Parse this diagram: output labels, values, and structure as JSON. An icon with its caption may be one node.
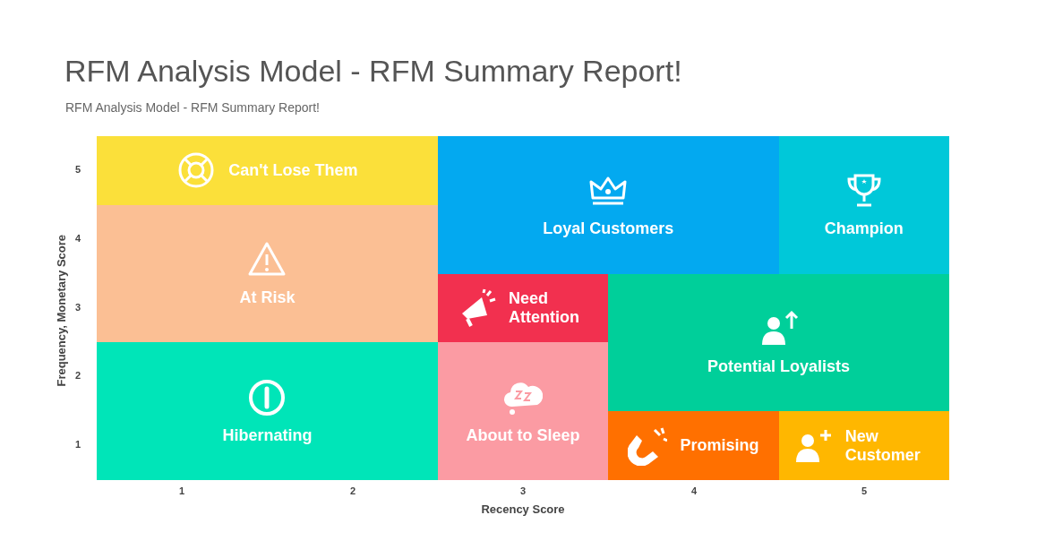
{
  "diagram": {
    "title": "RFM Analysis Model - RFM Summary Report!",
    "nodes": [
      {
        "text": [
          "Can't Lose Them"
        ]
      },
      {
        "text": [
          "Loyal Customers"
        ]
      },
      {
        "text": [
          "Champion"
        ]
      },
      {
        "text": [
          "At Risk"
        ]
      },
      {
        "text": [
          "Need Attention"
        ]
      },
      {
        "text": [
          "Potential Loyalists"
        ]
      },
      {
        "text": [
          "Hibernating"
        ]
      },
      {
        "text": [
          "About to Sleep"
        ]
      },
      {
        "text": [
          "Promising"
        ]
      },
      {
        "text": [
          "New Customer"
        ]
      }
    ],
    "labels": [
      "RFM Analysis Model - RFM Summary Report!",
      "5",
      "4",
      "3",
      "2",
      "1",
      "Frequency, Monetary Score",
      "1",
      "2",
      "3",
      "4",
      "5",
      "Recency Score"
    ]
  }
}
